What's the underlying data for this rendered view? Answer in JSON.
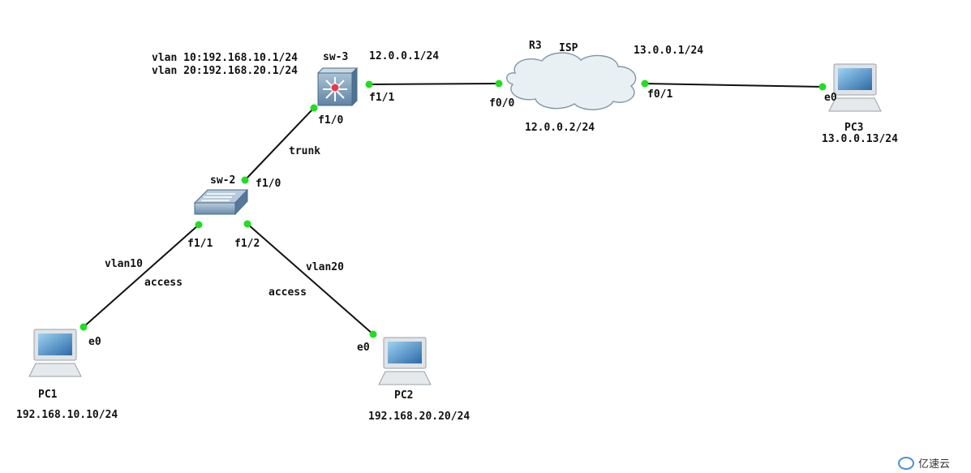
{
  "topology": {
    "devices": {
      "sw3": {
        "name": "sw-3",
        "note_line1": "vlan 10:192.168.10.1/24",
        "note_line2": "vlan 20:192.168.20.1/24"
      },
      "sw2": {
        "name": "sw-2"
      },
      "r3": {
        "name": "R3",
        "cloud_label": "ISP"
      },
      "pc1": {
        "name": "PC1",
        "ip": "192.168.10.10/24"
      },
      "pc2": {
        "name": "PC2",
        "ip": "192.168.20.20/24"
      },
      "pc3": {
        "name": "PC3",
        "ip": "13.0.0.13/24"
      }
    },
    "links": {
      "sw3_r3": {
        "sw3_port": "f1/1",
        "sw3_ip": "12.0.0.1/24",
        "r3_port": "f0/0",
        "r3_ip": "12.0.0.2/24"
      },
      "r3_pc3": {
        "r3_port": "f0/1",
        "r3_ip": "13.0.0.1/24",
        "pc3_port": "e0"
      },
      "sw3_sw2": {
        "sw3_port": "f1/0",
        "sw2_port": "f1/0",
        "mode": "trunk"
      },
      "sw2_pc1": {
        "sw2_port": "f1/1",
        "vlan": "vlan10",
        "mode": "access",
        "pc_port": "e0"
      },
      "sw2_pc2": {
        "sw2_port": "f1/2",
        "vlan": "vlan20",
        "mode": "access",
        "pc_port": "e0"
      }
    },
    "link_color": "#111111",
    "port_dot_color": "#22dd22",
    "cloud_color": "#e8f0f4",
    "switch_color": "#7d9bb5"
  },
  "watermark": {
    "text": "亿速云"
  }
}
